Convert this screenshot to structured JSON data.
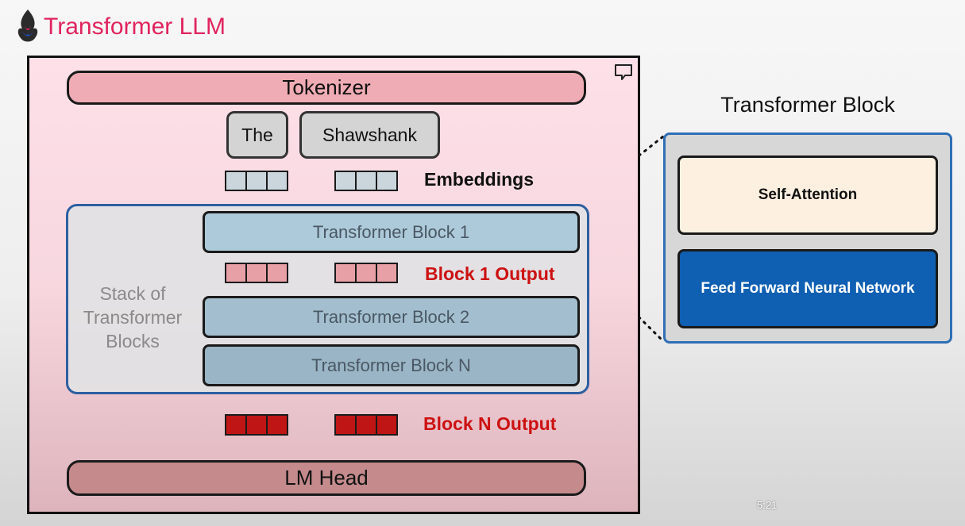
{
  "header": {
    "title": "Transformer LLM",
    "logo_icon": "flame-logo-icon",
    "title_color": "#e0245e"
  },
  "diagram": {
    "tokenizer_label": "Tokenizer",
    "tokens": [
      "The",
      "Shawshank"
    ],
    "embeddings_label": "Embeddings",
    "stack_label_lines": [
      "Stack of",
      "Transformer",
      "Blocks"
    ],
    "blocks": [
      "Transformer Block 1",
      "Transformer Block 2",
      "Transformer Block N"
    ],
    "block1_output_label": "Block 1 Output",
    "blockn_output_label": "Block N Output",
    "lm_head_label": "LM Head",
    "output_label_color": "#cc1111"
  },
  "detail": {
    "title": "Transformer Block",
    "self_attention": "Self-Attention",
    "feed_forward": "Feed Forward Neural Network"
  },
  "video": {
    "timestamp": "5:21",
    "comment_icon": "speech-bubble-icon"
  }
}
